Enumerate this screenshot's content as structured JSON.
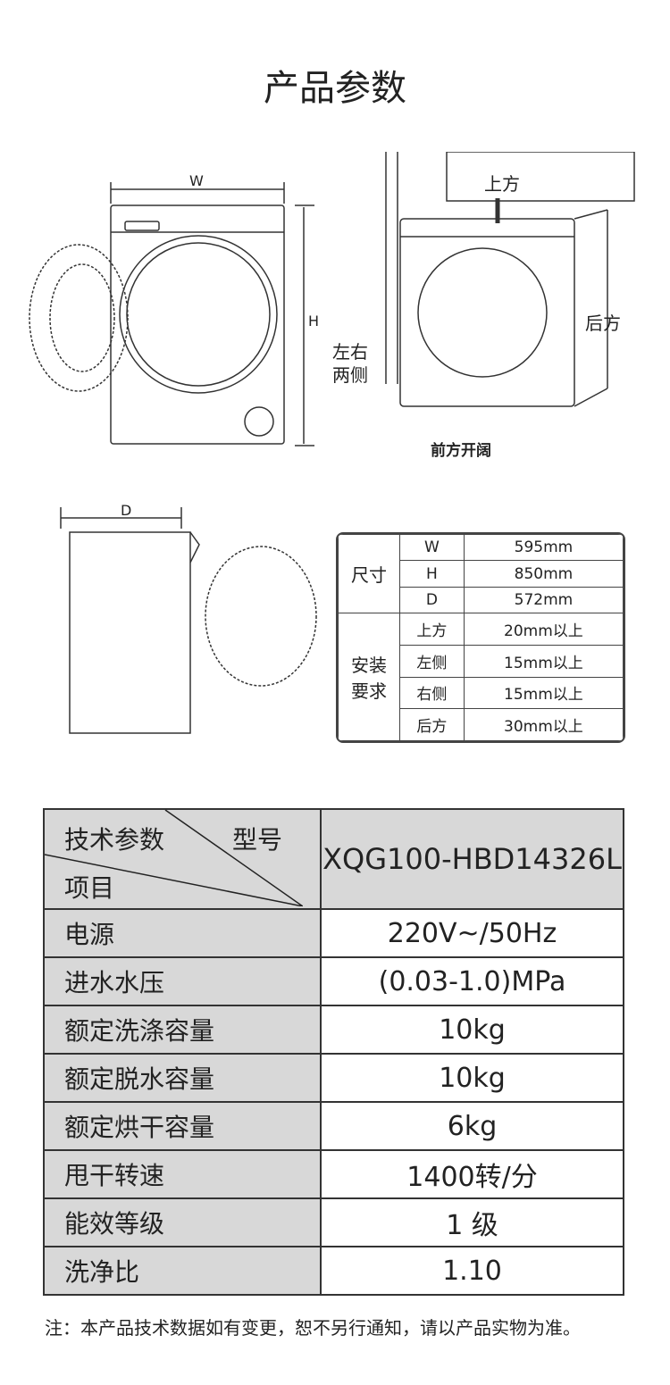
{
  "title": "产品参数",
  "diagram": {
    "w": "W",
    "h": "H",
    "d": "D",
    "top": "上方",
    "back": "后方",
    "sides_1": "左右",
    "sides_2": "两侧",
    "front": "前方开阔"
  },
  "size_table": {
    "group1": "尺寸",
    "group2_1": "安装",
    "group2_2": "要求",
    "rows": [
      {
        "k": "W",
        "v": "595mm"
      },
      {
        "k": "H",
        "v": "850mm"
      },
      {
        "k": "D",
        "v": "572mm"
      },
      {
        "k": "上方",
        "v": "20mm以上"
      },
      {
        "k": "左侧",
        "v": "15mm以上"
      },
      {
        "k": "右侧",
        "v": "15mm以上"
      },
      {
        "k": "后方",
        "v": "30mm以上"
      }
    ]
  },
  "spec_table": {
    "header_param": "技术参数",
    "header_model": "型号",
    "header_item": "项目",
    "model": "XQG100-HBD14326L",
    "rows": [
      {
        "k": "电源",
        "v": "220V~/50Hz"
      },
      {
        "k": "进水水压",
        "v": "(0.03-1.0)MPa"
      },
      {
        "k": "额定洗涤容量",
        "v": "10kg"
      },
      {
        "k": "额定脱水容量",
        "v": "10kg"
      },
      {
        "k": "额定烘干容量",
        "v": "6kg"
      },
      {
        "k": "甩干转速",
        "v": "1400转/分"
      },
      {
        "k": "能效等级",
        "v": "1 级"
      },
      {
        "k": "洗净比",
        "v": "1.10"
      }
    ]
  },
  "note": "注：本产品技术数据如有变更，恕不另行通知，请以产品实物为准。"
}
